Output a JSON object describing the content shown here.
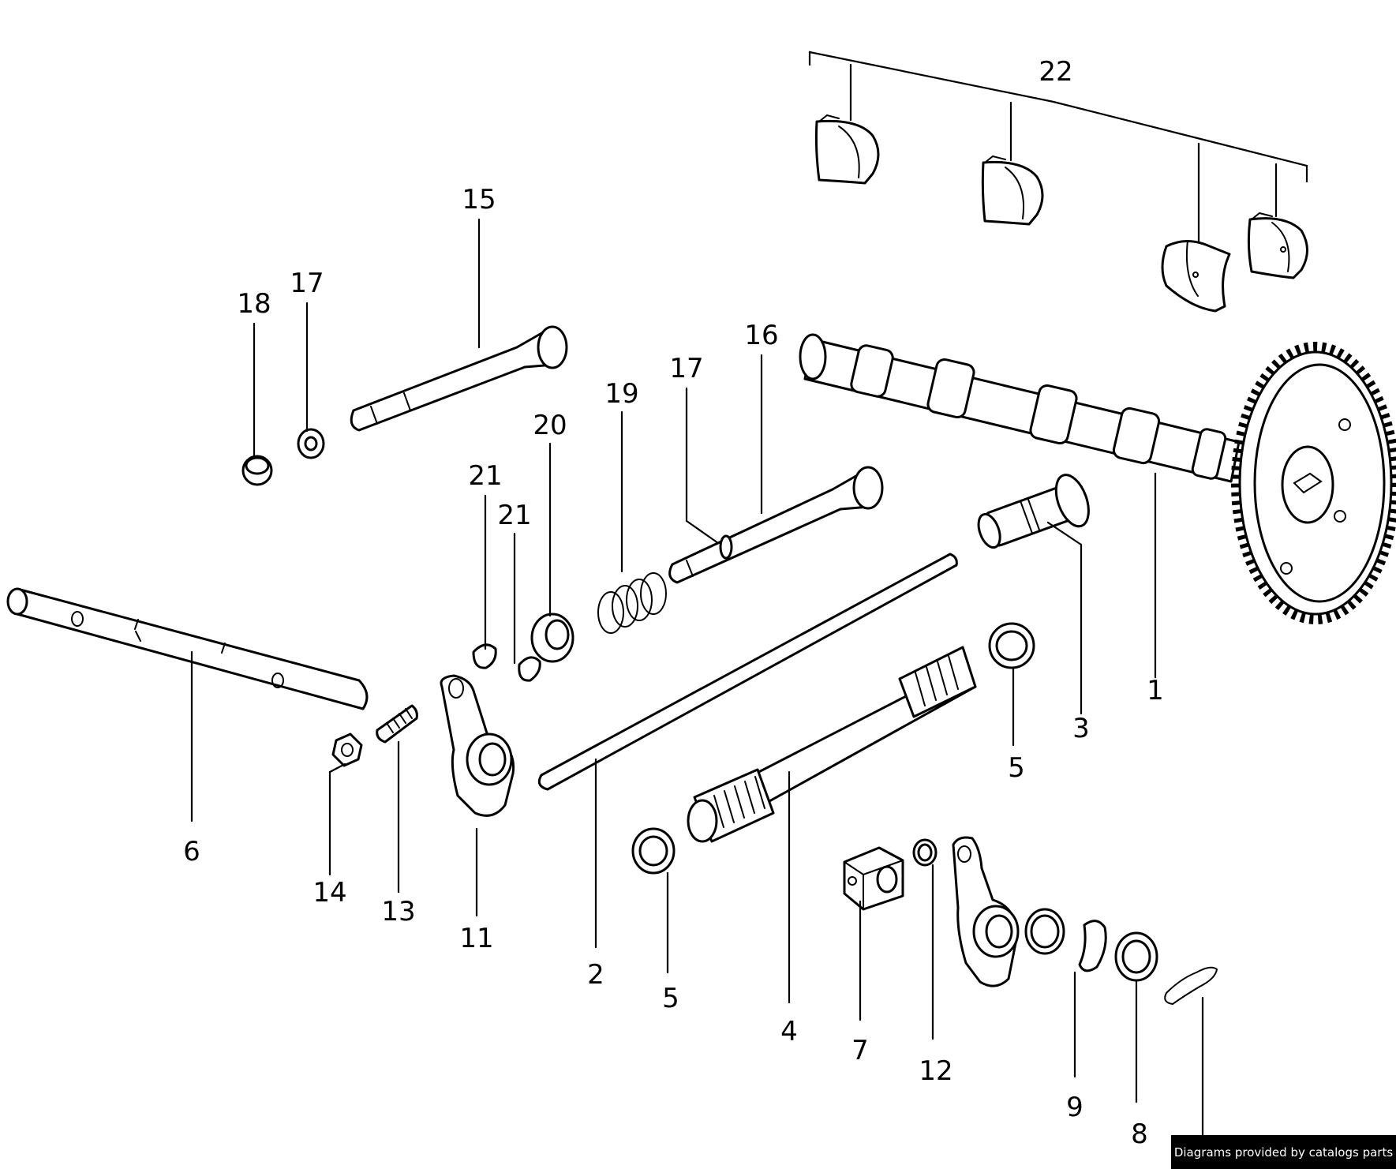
{
  "diagram": {
    "callouts": [
      {
        "id": "c22",
        "label": "22"
      },
      {
        "id": "c15",
        "label": "15"
      },
      {
        "id": "c17a",
        "label": "17"
      },
      {
        "id": "c18",
        "label": "18"
      },
      {
        "id": "c16",
        "label": "16"
      },
      {
        "id": "c17b",
        "label": "17"
      },
      {
        "id": "c19",
        "label": "19"
      },
      {
        "id": "c20",
        "label": "20"
      },
      {
        "id": "c21a",
        "label": "21"
      },
      {
        "id": "c21b",
        "label": "21"
      },
      {
        "id": "c1",
        "label": "1"
      },
      {
        "id": "c3",
        "label": "3"
      },
      {
        "id": "c5a",
        "label": "5"
      },
      {
        "id": "c6",
        "label": "6"
      },
      {
        "id": "c14",
        "label": "14"
      },
      {
        "id": "c13",
        "label": "13"
      },
      {
        "id": "c11",
        "label": "11"
      },
      {
        "id": "c2",
        "label": "2"
      },
      {
        "id": "c5b",
        "label": "5"
      },
      {
        "id": "c4",
        "label": "4"
      },
      {
        "id": "c7",
        "label": "7"
      },
      {
        "id": "c12",
        "label": "12"
      },
      {
        "id": "c9",
        "label": "9"
      },
      {
        "id": "c8",
        "label": "8"
      }
    ]
  },
  "footer": {
    "credit": "Diagrams provided by catalogs parts"
  }
}
